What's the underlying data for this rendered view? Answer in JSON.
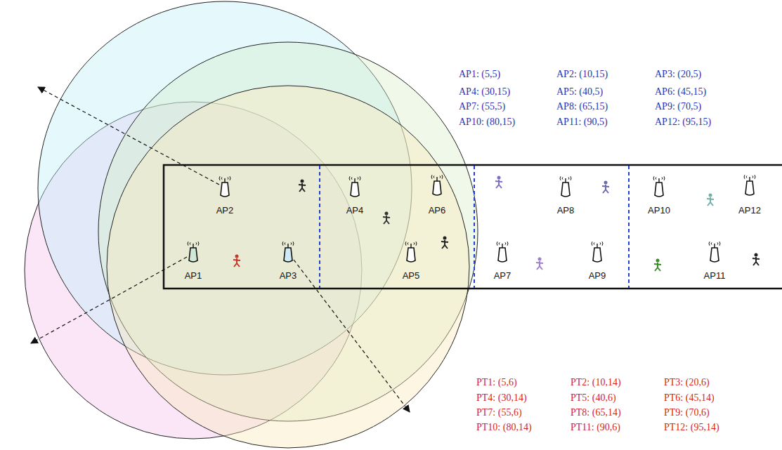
{
  "diagram": {
    "labels": [
      "AP1: (5,5)",
      "AP2: (10,15)",
      "AP3: (20,5)",
      "AP4: (30,15)",
      "AP5: (40,5)",
      "AP6: (45,15)",
      "AP7: (55,5)",
      "AP8: (65,15)",
      "AP9: (70,5)",
      "AP10: (80,15)",
      "AP11: (90,5)",
      "AP12: (95,15)",
      "AP2",
      "AP4",
      "AP6",
      "AP8",
      "AP10",
      "AP12",
      "AP1",
      "AP3",
      "AP5",
      "AP7",
      "AP9",
      "AP11",
      "PT1: (5,6)",
      "PT2: (10,14)",
      "PT3: (20,6)",
      "PT4: (30,14)",
      "PT5: (40,6)",
      "PT6: (45,14)",
      "PT7: (55,6)",
      "PT8: (65,14)",
      "PT9: (70,6)",
      "PT10: (80,14)",
      "PT11: (90,6)",
      "PT12: (95,14)"
    ]
  }
}
